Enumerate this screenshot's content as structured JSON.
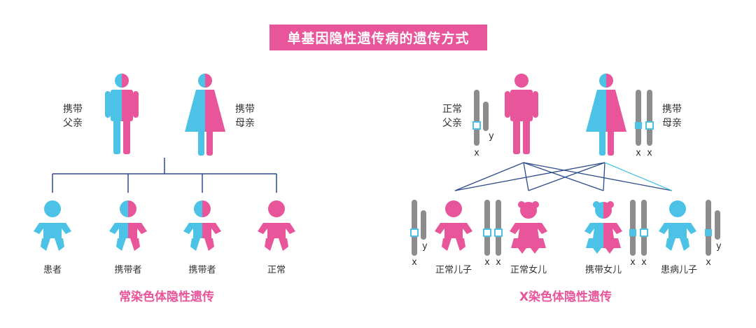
{
  "title": "单基因隐性遗传病的遗传方式",
  "colors": {
    "pink": "#e8559a",
    "blue": "#4cc3e6",
    "gray": "#8c8c8c",
    "line": "#2c4a8a",
    "accent": "#e8559a"
  },
  "autosomal": {
    "section_title": "常染色体隐性遗传",
    "father_label": [
      "携带",
      "父亲"
    ],
    "mother_label": [
      "携带",
      "母亲"
    ],
    "children": [
      {
        "label": "患者",
        "status": "affected"
      },
      {
        "label": "携带者",
        "status": "carrier"
      },
      {
        "label": "携带者",
        "status": "carrier"
      },
      {
        "label": "正常",
        "status": "normal"
      }
    ]
  },
  "x_linked": {
    "section_title": "X染色体隐性遗传",
    "father_label": [
      "正常",
      "父亲"
    ],
    "mother_label": [
      "携带",
      "母亲"
    ],
    "chromosome_letters": {
      "x": "x",
      "y": "y"
    },
    "children": [
      {
        "label": "正常儿子",
        "status": "normal-son"
      },
      {
        "label": "正常女儿",
        "status": "normal-daughter"
      },
      {
        "label": "携带女儿",
        "status": "carrier-daughter"
      },
      {
        "label": "患病儿子",
        "status": "affected-son"
      }
    ]
  }
}
